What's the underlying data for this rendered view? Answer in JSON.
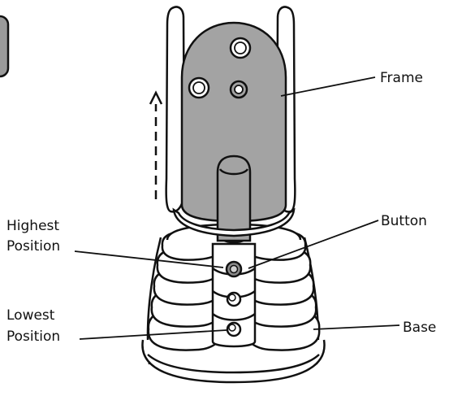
{
  "labels": {
    "frame": "Frame",
    "button": "Button",
    "base": "Base",
    "highest_line1": "Highest",
    "highest_line2": "Position",
    "lowest_line1": "Lowest",
    "lowest_line2": "Position"
  },
  "colors": {
    "frame_fill": "#a3a3a3",
    "stroke": "#111111",
    "page_tab_fill": "#9a9a9a",
    "background": "#ffffff"
  },
  "icons": {
    "direction_arrow": "dashed-up-arrow"
  }
}
